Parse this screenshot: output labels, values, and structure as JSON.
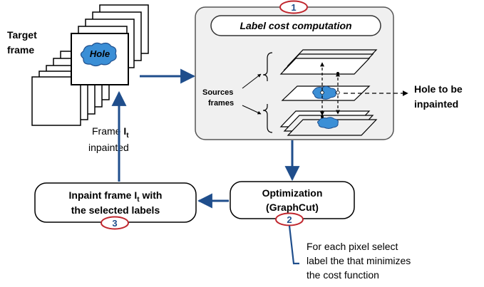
{
  "target_frame": {
    "line1": "Target",
    "line2": "frame",
    "hole_label": "Hole"
  },
  "frame_inpainted": {
    "prefix": "Frame ",
    "var": "I",
    "sub": "t",
    "line2": "inpainted"
  },
  "label_cost": {
    "number": "1",
    "title": "Label cost computation",
    "sources_line1": "Sources",
    "sources_line2": "frames"
  },
  "hole_to_be_inpainted": {
    "line1": "Hole to  be",
    "line2": "inpainted"
  },
  "optimization": {
    "number": "2",
    "line1": "Optimization",
    "line2": "(GraphCut)"
  },
  "inpaint": {
    "number": "3",
    "line1_prefix": "Inpaint frame ",
    "line1_var": "I",
    "line1_sub": "t",
    "line1_suffix": " with",
    "line2": "the selected labels"
  },
  "note": {
    "line1": "For each pixel select",
    "line2": "label the that minimizes",
    "line3": "the cost function"
  },
  "colors": {
    "arrow_blue": "#1f4e8c",
    "number_ring_red": "#c0262d",
    "hole_blue": "#3b8fd6",
    "panel_fill": "#f0f0f0"
  }
}
